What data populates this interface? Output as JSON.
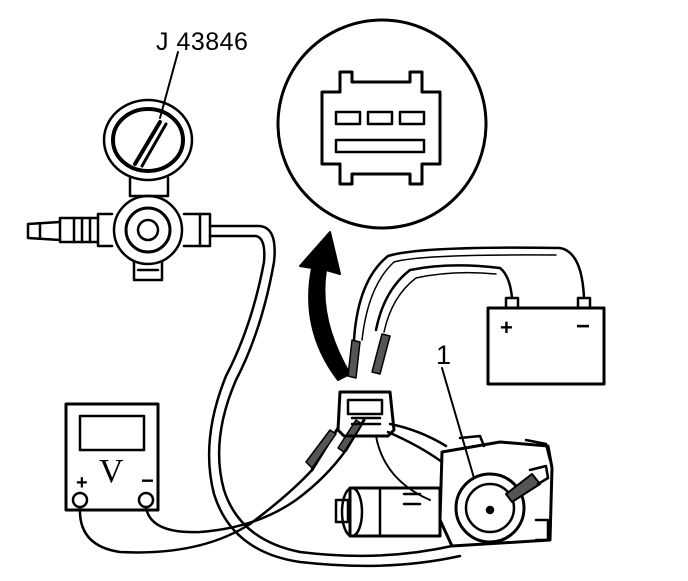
{
  "diagram": {
    "tool_label": "J 43846",
    "callout_number": "1",
    "battery": {
      "positive_symbol": "+",
      "negative_symbol": "−"
    },
    "voltmeter": {
      "symbol": "V",
      "positive_symbol": "+",
      "negative_symbol": "−"
    },
    "colors": {
      "line": "#000000",
      "background": "#ffffff",
      "shade": "#555555"
    }
  }
}
